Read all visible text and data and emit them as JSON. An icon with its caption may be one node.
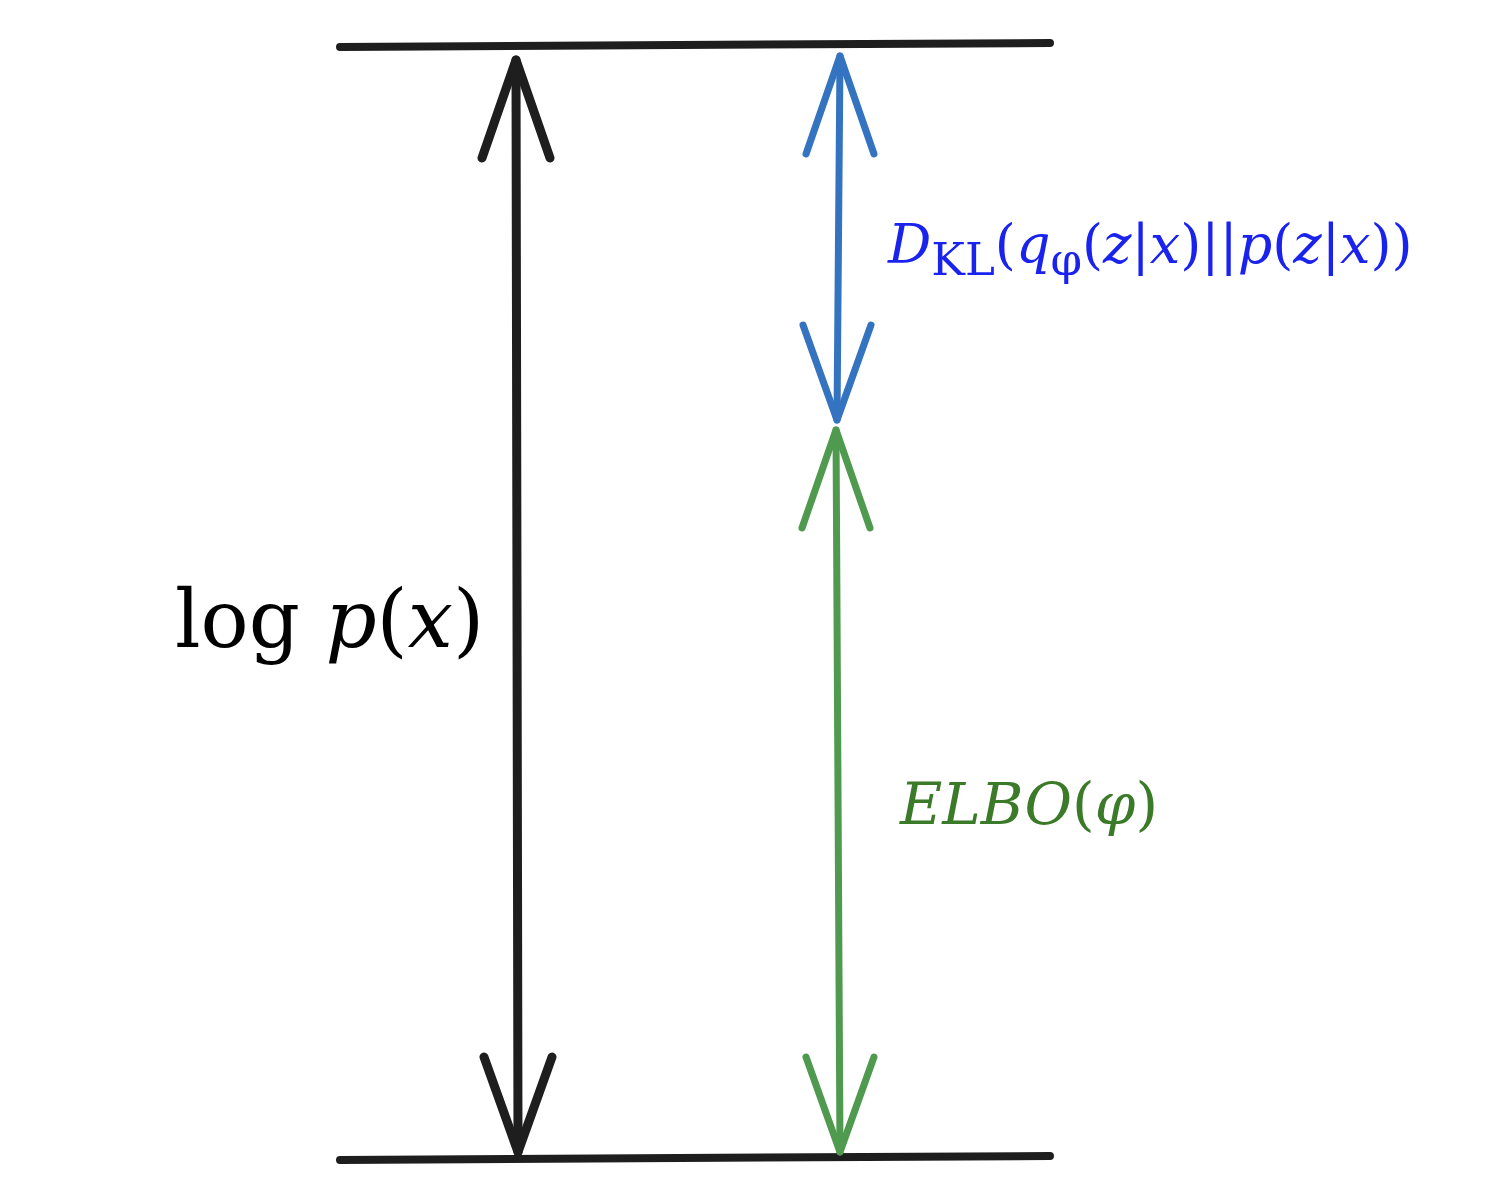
{
  "diagram": {
    "labels": [
      "log *p*(*x*)",
      "*D*$_{KL}$(*q*$_{φ}$(*z*|*x*)||*p*(*z*|*x*))",
      "*ELBO*(*φ*)"
    ]
  }
}
